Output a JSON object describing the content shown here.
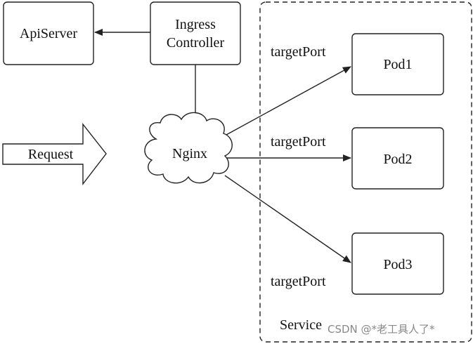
{
  "nodes": {
    "apiserver": "ApiServer",
    "ingress_line1": "Ingress",
    "ingress_line2": "Controller",
    "request": "Request",
    "nginx": "Nginx",
    "pod1": "Pod1",
    "pod2": "Pod2",
    "pod3": "Pod3",
    "service": "Service"
  },
  "edge_labels": {
    "to_pod1": "targetPort",
    "to_pod2": "targetPort",
    "to_pod3": "targetPort"
  },
  "watermark": "CSDN @*老工具人了*",
  "colors": {
    "stroke": "#222222",
    "text": "#111111",
    "watermark": "#888888"
  }
}
